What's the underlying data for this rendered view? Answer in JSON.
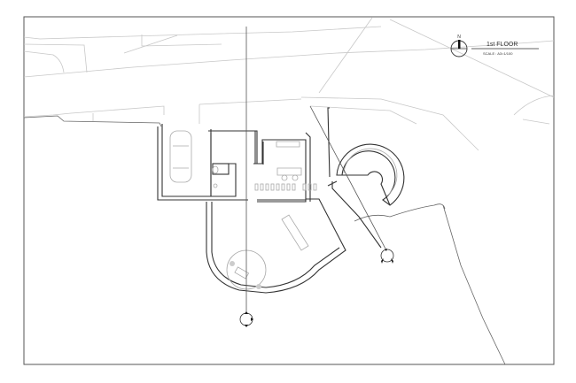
{
  "title_block": {
    "north_label": "N",
    "drawing_title": "1st FLOOR",
    "scale": "SCALE : A3=1/100"
  },
  "colors": {
    "line": "#333333",
    "context": "#c8c8c8",
    "frame": "#555555"
  }
}
